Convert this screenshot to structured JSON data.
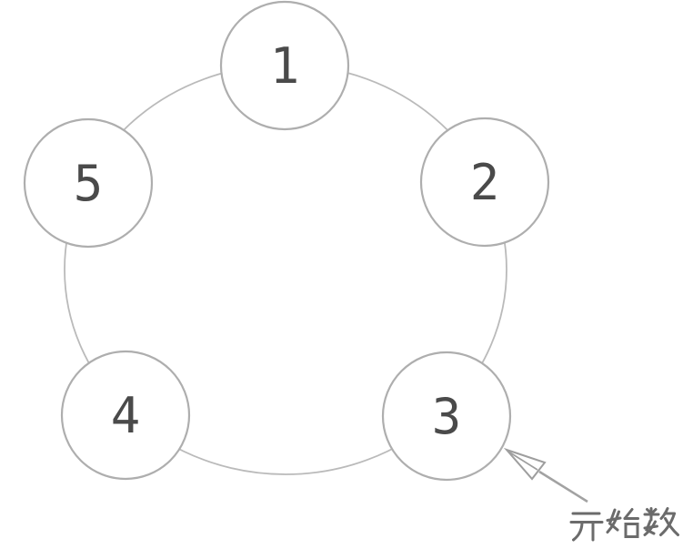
{
  "diagram": {
    "nodes": [
      {
        "label": "1"
      },
      {
        "label": "2"
      },
      {
        "label": "3"
      },
      {
        "label": "4"
      },
      {
        "label": "5"
      }
    ],
    "annotation": {
      "label": "开始数",
      "points_to_node": "3"
    },
    "colors": {
      "background": "#ffffff",
      "ring_stroke": "#bababa",
      "node_stroke": "#aeaeae",
      "node_fill": "#ffffff",
      "node_number": "#4a4a4a",
      "arrow": "#9e9e9e",
      "annotation_text": "#6b6b6b"
    }
  }
}
